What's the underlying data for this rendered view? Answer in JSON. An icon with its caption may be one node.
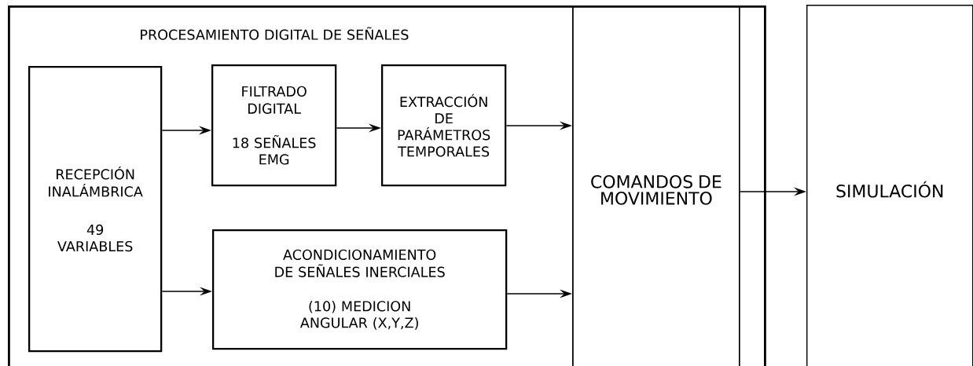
{
  "diagram": {
    "nodes": [
      {
        "text": [
          "PROCESAMIENTO DIGITAL DE SEÑALES"
        ]
      },
      {
        "text": [
          "RECEPCIÓN INALÁMBRICA",
          "49 VARIABLES"
        ],
        "in": 0
      },
      {
        "text": [
          "FILTRADO DIGITAL",
          "18 SEÑALES EMG"
        ],
        "in": 0
      },
      {
        "text": [
          "EXTRACCIÓN DE PARÁMETROS TEMPORALES"
        ],
        "in": 0
      },
      {
        "text": [
          "ACONDICIONAMIENTO DE SEÑALES INERCIALES",
          "(10) MEDICION ANGULAR (X,Y,Z)"
        ],
        "in": 0
      },
      {
        "text": [
          "COMANDOS DE MOVIMIENTO"
        ],
        "in": 0
      },
      {
        "text": [
          "SIMULACIÓN"
        ]
      }
    ],
    "edges": [
      {
        "from": 1,
        "to": 2,
        "arrow": "to"
      },
      {
        "from": 2,
        "to": 3,
        "arrow": "to"
      },
      {
        "from": 3,
        "to": 5,
        "arrow": "to"
      },
      {
        "from": 1,
        "to": 4,
        "arrow": "to"
      },
      {
        "from": 4,
        "to": 5,
        "arrow": "to"
      },
      {
        "from": 5,
        "to": 6,
        "arrow": "to"
      }
    ]
  }
}
